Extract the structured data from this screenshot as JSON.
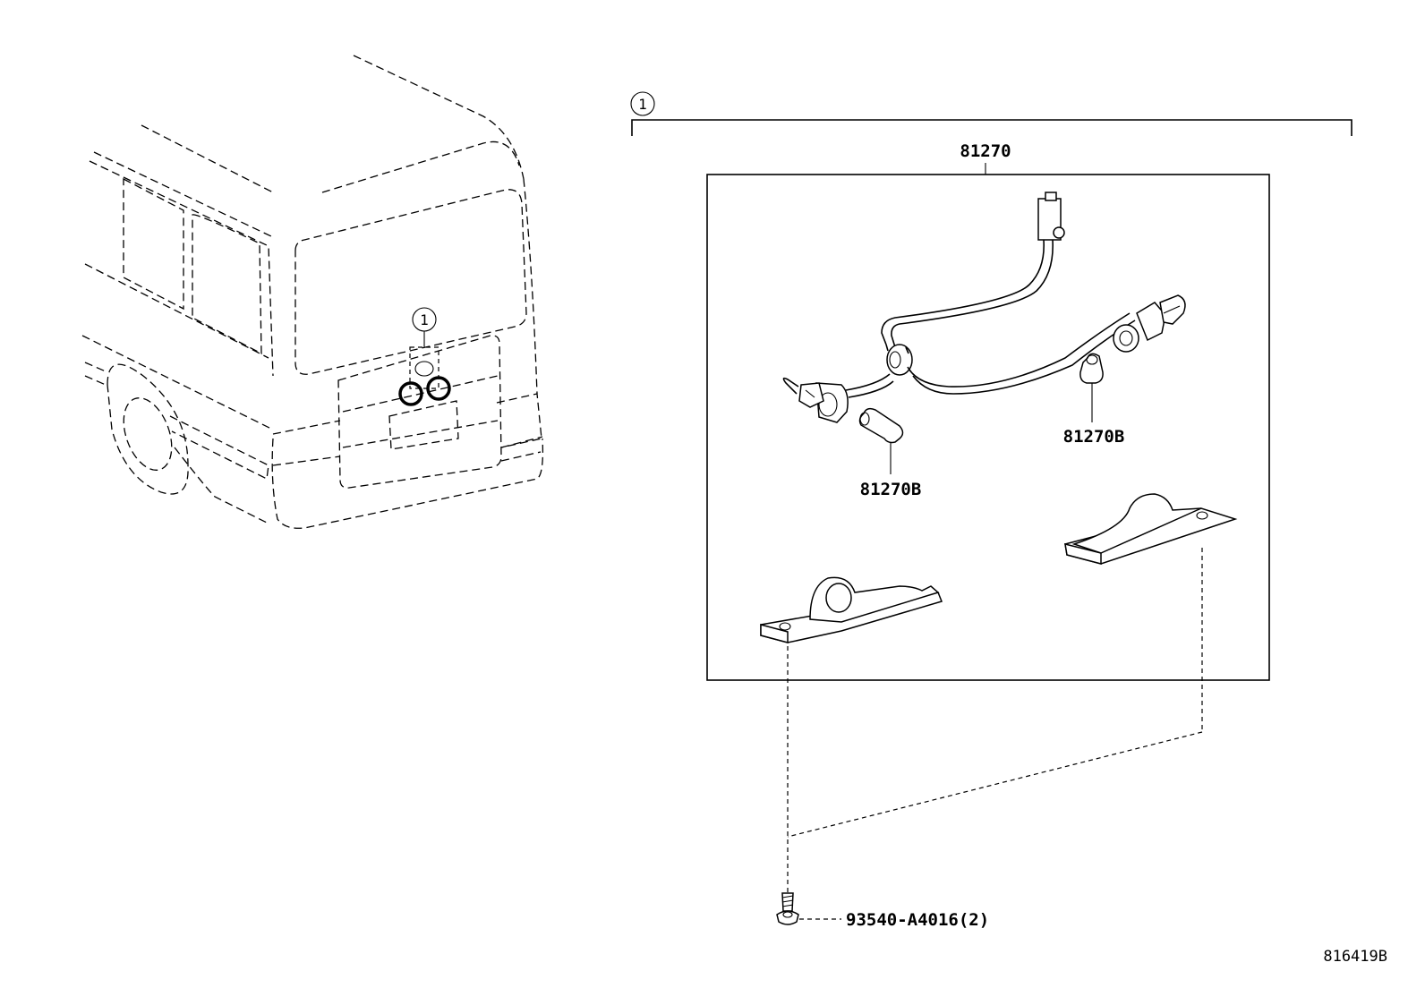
{
  "callouts": {
    "group_marker": "1",
    "vehicle_marker": "1"
  },
  "parts": {
    "license_lamp_assy": "81270",
    "bulb_left": "81270B",
    "bulb_right": "81270B",
    "screw": "93540-A4016(2)"
  },
  "diagram_id": "816419B"
}
